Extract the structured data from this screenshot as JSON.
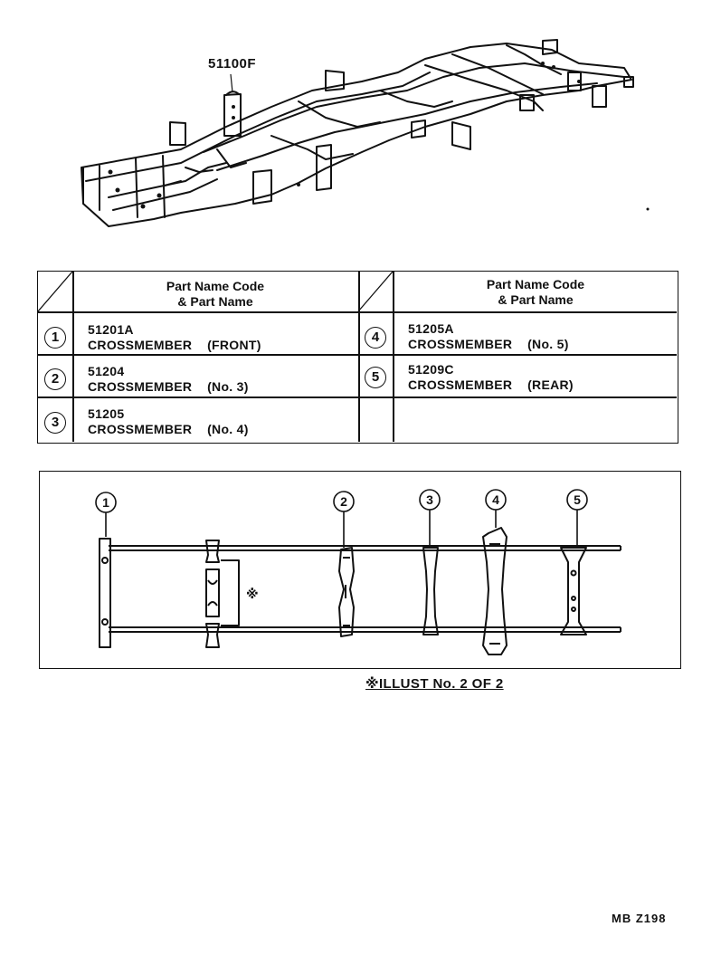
{
  "frame": {
    "label": "51100F"
  },
  "table": {
    "header_left": [
      "Part Name Code",
      "& Part Name"
    ],
    "header_right": [
      "Part Name Code",
      "& Part Name"
    ],
    "rows": [
      {
        "num": "1",
        "code": "51201A",
        "name": "CROSSMEMBER    (FRONT)"
      },
      {
        "num": "2",
        "code": "51204",
        "name": "CROSSMEMBER    (No. 3)"
      },
      {
        "num": "3",
        "code": "51205",
        "name": "CROSSMEMBER    (No. 4)"
      },
      {
        "num": "4",
        "code": "51205A",
        "name": "CROSSMEMBER    (No. 5)"
      },
      {
        "num": "5",
        "code": "51209C",
        "name": "CROSSMEMBER    (REAR)"
      }
    ]
  },
  "illust": {
    "callouts": [
      "1",
      "2",
      "3",
      "4",
      "5"
    ],
    "ref_mark": "※",
    "caption": "※ILLUST No. 2 OF 2"
  },
  "page_code": "MB  Z198"
}
